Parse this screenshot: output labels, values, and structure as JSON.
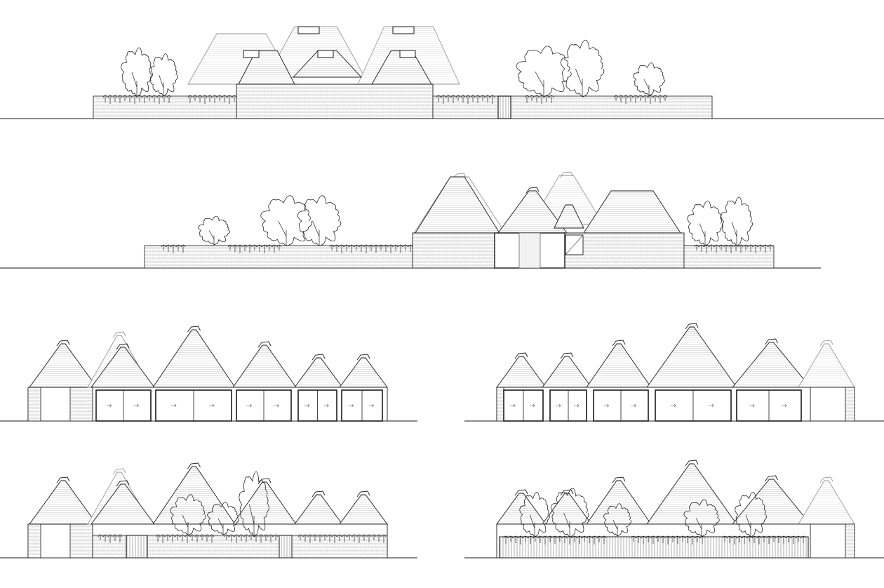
{
  "sheet": {
    "background": "#ffffff",
    "line_color": "#1a1a1a",
    "light_line_color": "#9a9a9a",
    "hatch_color": "#c8c8c8",
    "tree_color": "#222222"
  },
  "elevations": [
    {
      "id": "elevation-1",
      "kind": "street-elevation-with-wall-and-gate"
    },
    {
      "id": "elevation-2",
      "kind": "street-elevation-with-entrance"
    },
    {
      "id": "elevation-3",
      "kind": "courtyard-elevation-glazed-left"
    },
    {
      "id": "elevation-4",
      "kind": "courtyard-elevation-glazed-right"
    },
    {
      "id": "elevation-5",
      "kind": "courtyard-elevation-planted-left"
    },
    {
      "id": "elevation-6",
      "kind": "courtyard-elevation-planted-right"
    }
  ]
}
